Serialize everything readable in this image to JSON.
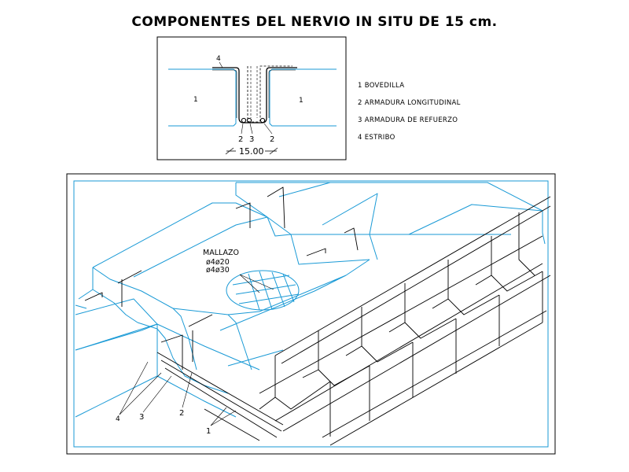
{
  "title": "COMPONENTES DEL NERVIO IN SITU DE 15 cm.",
  "section": {
    "label_1": "1",
    "label_4": "4",
    "label_2": "2",
    "label_3": "3",
    "dimension": "15.00"
  },
  "legend": [
    "1  BOVEDILLA",
    "2  ARMADURA LONGITUDINAL",
    "3  ARMADURA DE REFUERZO",
    "4  ESTRIBO"
  ],
  "perspective": {
    "mallazo": "MALLAZO",
    "bar_a": "ø4ø20",
    "bar_b": "ø4ø30",
    "label_4": "4",
    "label_3": "3",
    "label_2": "2",
    "label_1": "1"
  },
  "colors": {
    "outline": "#000000",
    "block": "#1a9ad6"
  }
}
